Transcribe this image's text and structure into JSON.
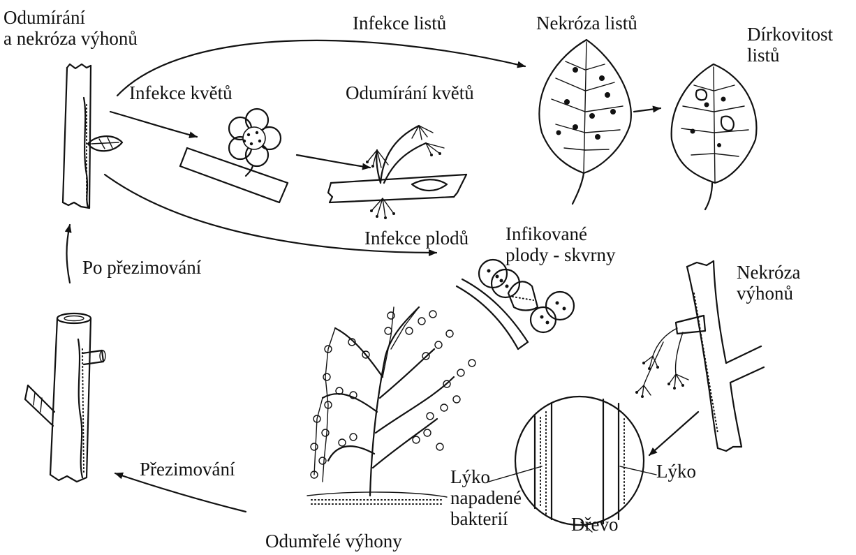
{
  "labels": {
    "shoot_dieback_line1": "Odumírání",
    "shoot_dieback_line2": "a nekróza výhonů",
    "leaf_infection": "Infekce listů",
    "leaf_necrosis": "Nekróza listů",
    "leaf_holes_line1": "Dírkovitost",
    "leaf_holes_line2": "listů",
    "flower_infection": "Infekce květů",
    "flower_dieback": "Odumírání květů",
    "fruit_infection": "Infekce plodů",
    "infected_fruits_line1": "Infikované",
    "infected_fruits_line2": "plody - skvrny",
    "after_overwintering": "Po přezimování",
    "shoot_necrosis_line1": "Nekróza",
    "shoot_necrosis_line2": "výhonů",
    "overwintering": "Přezimování",
    "dead_shoots": "Odumřelé výhony",
    "phloem": "Lýko",
    "phloem_infected_line1": "Lýko",
    "phloem_infected_line2": "napadené",
    "phloem_infected_line3": "bakterií",
    "wood": "Dřevo"
  }
}
